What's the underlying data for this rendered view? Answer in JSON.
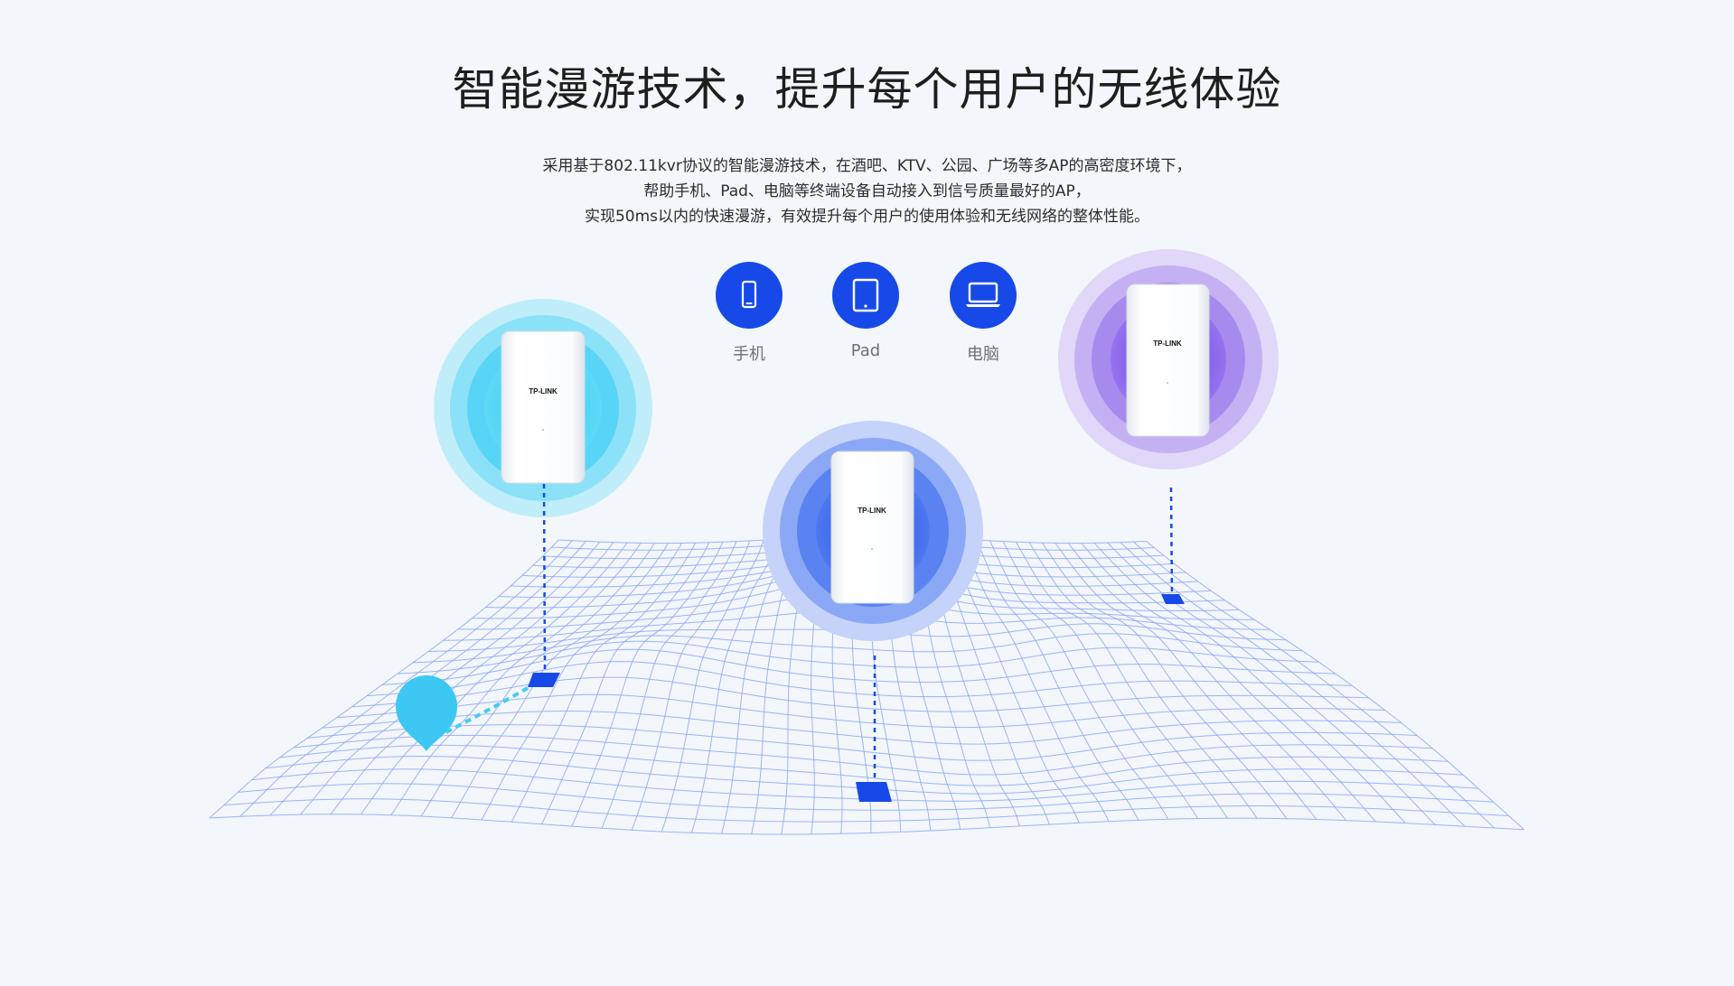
{
  "headline": "智能漫游技术，提升每个用户的无线体验",
  "description": {
    "line1": "采用基于802.11kvr协议的智能漫游技术，在酒吧、KTV、公园、广场等多AP的高密度环境下，",
    "line2": "帮助手机、Pad、电脑等终端设备自动接入到信号质量最好的AP，",
    "line3": "实现50ms以内的快速漫游，有效提升每个用户的使用体验和无线网络的整体性能。"
  },
  "devices": [
    {
      "label": "手机",
      "icon": "phone-icon"
    },
    {
      "label": "Pad",
      "icon": "tablet-icon"
    },
    {
      "label": "电脑",
      "icon": "laptop-icon"
    }
  ],
  "access_points": [
    {
      "brand": "TP-LINK",
      "signal_color": "#2ed0f6"
    },
    {
      "brand": "TP-LINK",
      "signal_color": "#2f6cf0"
    },
    {
      "brand": "TP-LINK",
      "signal_color": "#7a4ee8"
    }
  ],
  "colors": {
    "background": "#f3f7fc",
    "accent_blue": "#1749e8",
    "grid_line": "#8aa2f2",
    "marker_cyan": "#3cc8f2"
  }
}
